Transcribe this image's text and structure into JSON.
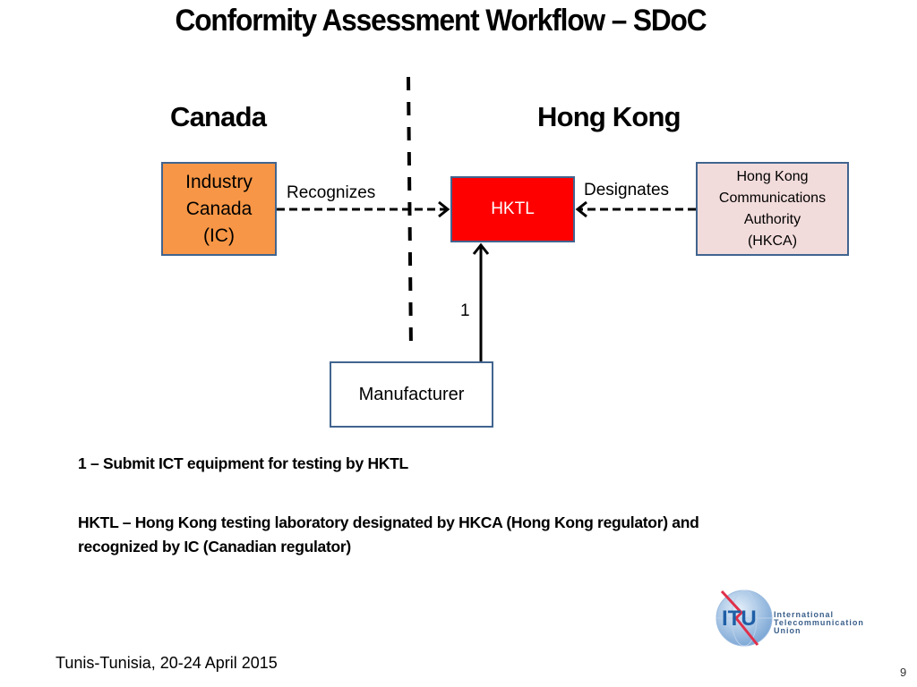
{
  "title": "Conformity Assessment Workflow – SDoC",
  "regions": {
    "left": "Canada",
    "right": "Hong Kong"
  },
  "nodes": {
    "ic": {
      "lines": [
        "Industry",
        "Canada",
        "(IC)"
      ],
      "fill": "#f79646"
    },
    "hktl": {
      "label": "HKTL",
      "fill": "#ff0000",
      "text_color": "#ffffff"
    },
    "hkca": {
      "lines": [
        "Hong Kong",
        "Communications",
        "Authority",
        "(HKCA)"
      ],
      "fill": "#f2dcdb"
    },
    "manufacturer": {
      "label": "Manufacturer",
      "fill": "#ffffff"
    }
  },
  "edges": {
    "ic_to_hktl": {
      "label": "Recognizes",
      "style": "dashed"
    },
    "hkca_to_hktl": {
      "label": "Designates",
      "style": "dashed"
    },
    "manufacturer_to_hktl": {
      "label": "1",
      "style": "solid"
    }
  },
  "notes": {
    "step1": "1 – Submit ICT equipment for testing by HKTL",
    "hktl_line1": "HKTL – Hong Kong testing laboratory designated by HKCA (Hong Kong regulator) and",
    "hktl_line2": "recognized by IC (Canadian regulator)"
  },
  "footer": {
    "event": "Tunis-Tunisia, 20-24 April 2015",
    "page_number": "9",
    "logo": {
      "abbr": "ITU",
      "lines": [
        "International",
        "Telecommunication",
        "Union"
      ]
    }
  }
}
